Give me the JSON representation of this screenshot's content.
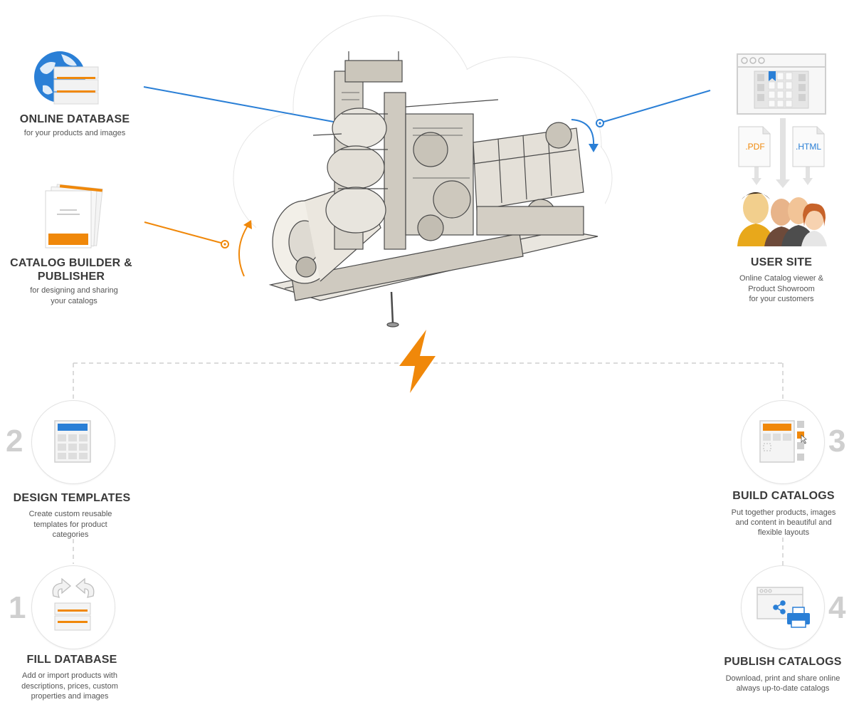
{
  "top": {
    "online_database": {
      "title": "ONLINE DATABASE",
      "desc": "for your products and images"
    },
    "catalog_builder": {
      "title_line1": "CATALOG BUILDER &",
      "title_line2": "PUBLISHER",
      "desc_line1": "for designing and sharing",
      "desc_line2": "your catalogs"
    },
    "user_site": {
      "title": "USER SITE",
      "desc_line1": "Online Catalog viewer &",
      "desc_line2": "Product Showroom",
      "desc_line3": "for your customers"
    },
    "doc_labels": {
      "pdf": ".PDF",
      "html": ".HTML"
    }
  },
  "steps": [
    {
      "number": "1",
      "title": "FILL DATABASE",
      "desc_line1": "Add or import products with",
      "desc_line2": "descriptions, prices, custom",
      "desc_line3": "properties and images"
    },
    {
      "number": "2",
      "title": "DESIGN TEMPLATES",
      "desc_line1": "Create custom reusable",
      "desc_line2": "templates for product",
      "desc_line3": "categories"
    },
    {
      "number": "3",
      "title": "BUILD CATALOGS",
      "desc_line1": "Put together products, images",
      "desc_line2": "and content in beautiful and",
      "desc_line3": "flexible layouts"
    },
    {
      "number": "4",
      "title": "PUBLISH CATALOGS",
      "desc_line1": "Download, print and share online",
      "desc_line2": "always up-to-date catalogs"
    }
  ],
  "colors": {
    "blue": "#2a7fd6",
    "orange": "#f0880a",
    "gray_line": "#cfcfcf",
    "number_gray": "#cfcfcf"
  },
  "icons": {
    "online_database": "globe-database-icon",
    "catalog_builder": "catalog-stack-icon",
    "printing_press": "printing-press-illustration",
    "user_site": "browser-window-icon",
    "users": "users-group-icon",
    "lightning": "lightning-bolt-icon"
  }
}
